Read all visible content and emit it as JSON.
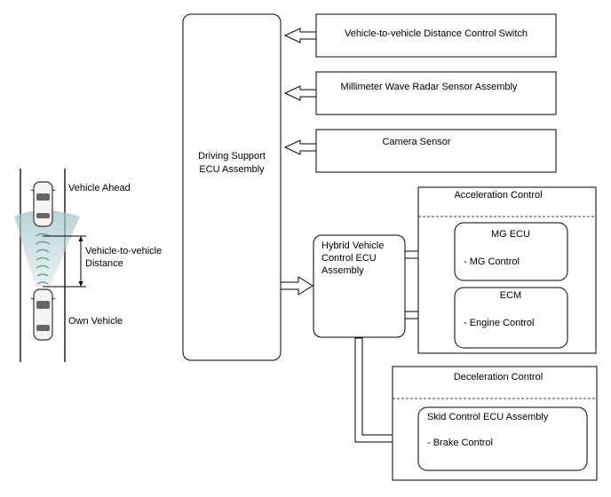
{
  "scene": {
    "vehicle_ahead": "Vehicle Ahead",
    "distance_label_1": "Vehicle-to-vehicle",
    "distance_label_2": "Distance",
    "own_vehicle": "Own Vehicle"
  },
  "ecu": {
    "line1": "Driving Support",
    "line2": "ECU Assembly"
  },
  "inputs": [
    "Vehicle-to-vehicle Distance Control Switch",
    "Millimeter Wave Radar Sensor Assembly",
    "Camera Sensor"
  ],
  "hybrid": {
    "line1": "Hybrid Vehicle",
    "line2": "Control ECU",
    "line3": "Assembly"
  },
  "acceleration": {
    "title": "Acceleration Control",
    "mg_title": "MG ECU",
    "mg_item": "- MG Control",
    "ecm_title": "ECM",
    "ecm_item": "- Engine Control"
  },
  "deceleration": {
    "title": "Deceleration Control",
    "skid_title": "Skid Control ECU Assembly",
    "skid_item": "- Brake Control"
  }
}
